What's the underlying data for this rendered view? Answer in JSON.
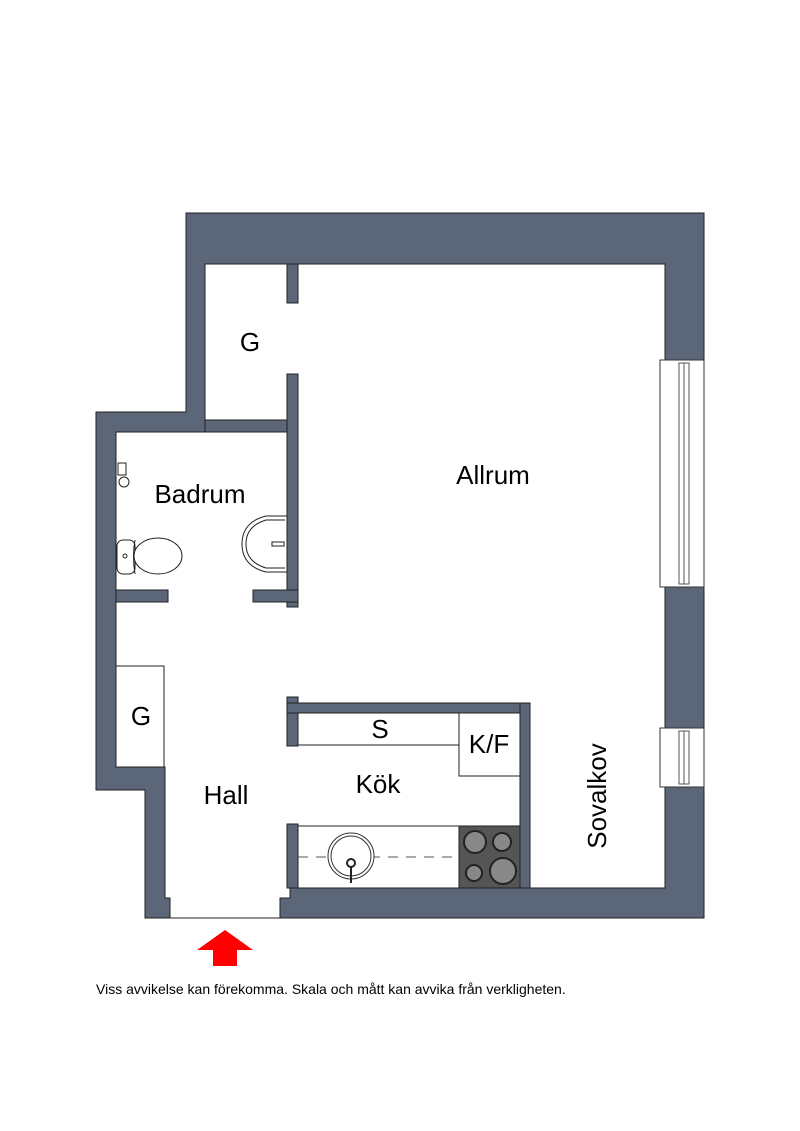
{
  "rooms": {
    "closet_top": "G",
    "bathroom": "Badrum",
    "living_room": "Allrum",
    "closet_hall": "G",
    "hall": "Hall",
    "kitchen": "Kök",
    "storage": "S",
    "fridge_freezer": "K/F",
    "sleeping_alcove": "Sovalkov"
  },
  "colors": {
    "wall": "#5b6779",
    "entrance_arrow": "#ff0000",
    "stove": "#555555"
  },
  "disclaimer": "Viss avvikelse kan förekomma. Skala och mått kan avvika från verkligheten."
}
